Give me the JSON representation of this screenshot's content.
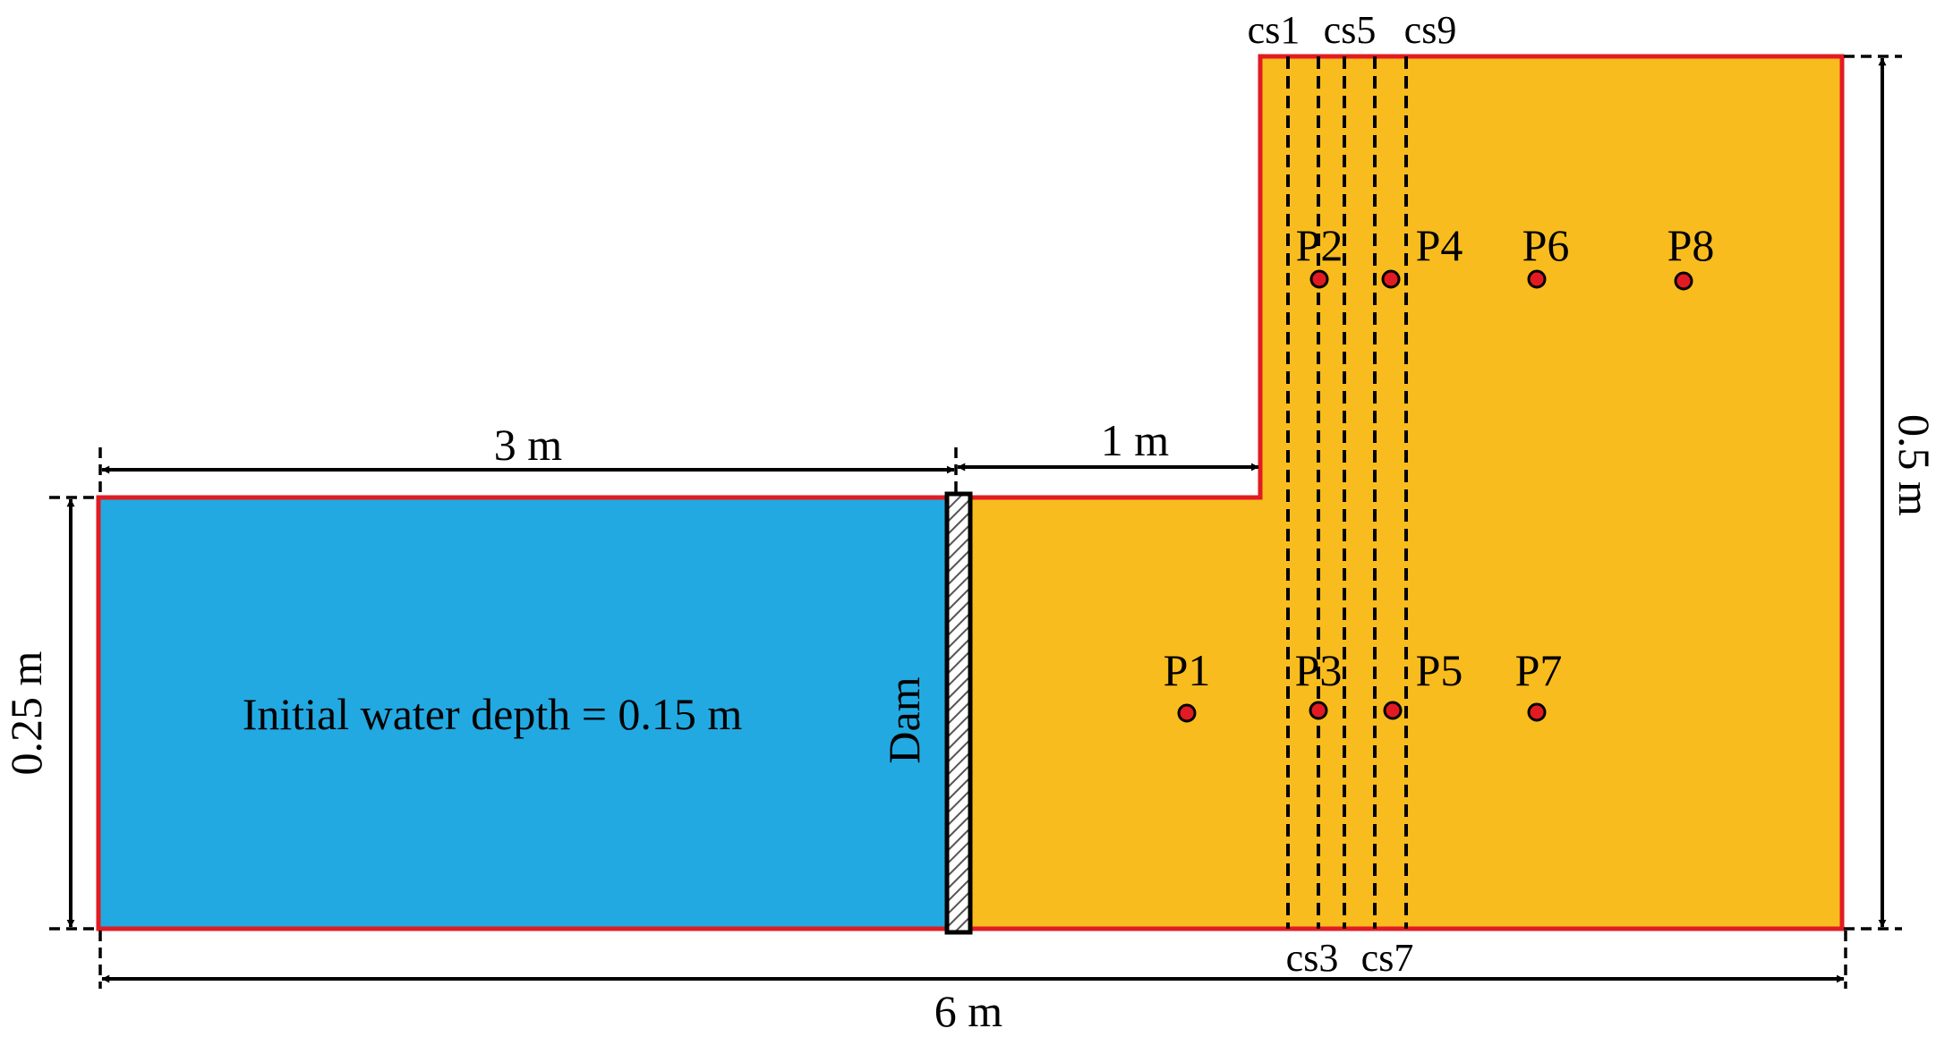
{
  "colors": {
    "water": "#22A9E1",
    "dry_bed": "#F8BC1E",
    "boundary": "#E21B22",
    "dimension": "#000000",
    "probe_fill": "#E21B22"
  },
  "labels": {
    "width_reservoir": "3 m",
    "width_channel": "1 m",
    "width_total": "6 m",
    "height_reservoir": "0.25 m",
    "height_basin": "0.5 m",
    "initial_water": "Initial water depth = 0.15 m",
    "dam": "Dam"
  },
  "cross_sections": {
    "top": [
      "cs1",
      "cs5",
      "cs9"
    ],
    "bottom": [
      "cs3",
      "cs7"
    ]
  },
  "probes": [
    {
      "label": "P1"
    },
    {
      "label": "P2"
    },
    {
      "label": "P3"
    },
    {
      "label": "P4"
    },
    {
      "label": "P5"
    },
    {
      "label": "P6"
    },
    {
      "label": "P7"
    },
    {
      "label": "P8"
    }
  ]
}
